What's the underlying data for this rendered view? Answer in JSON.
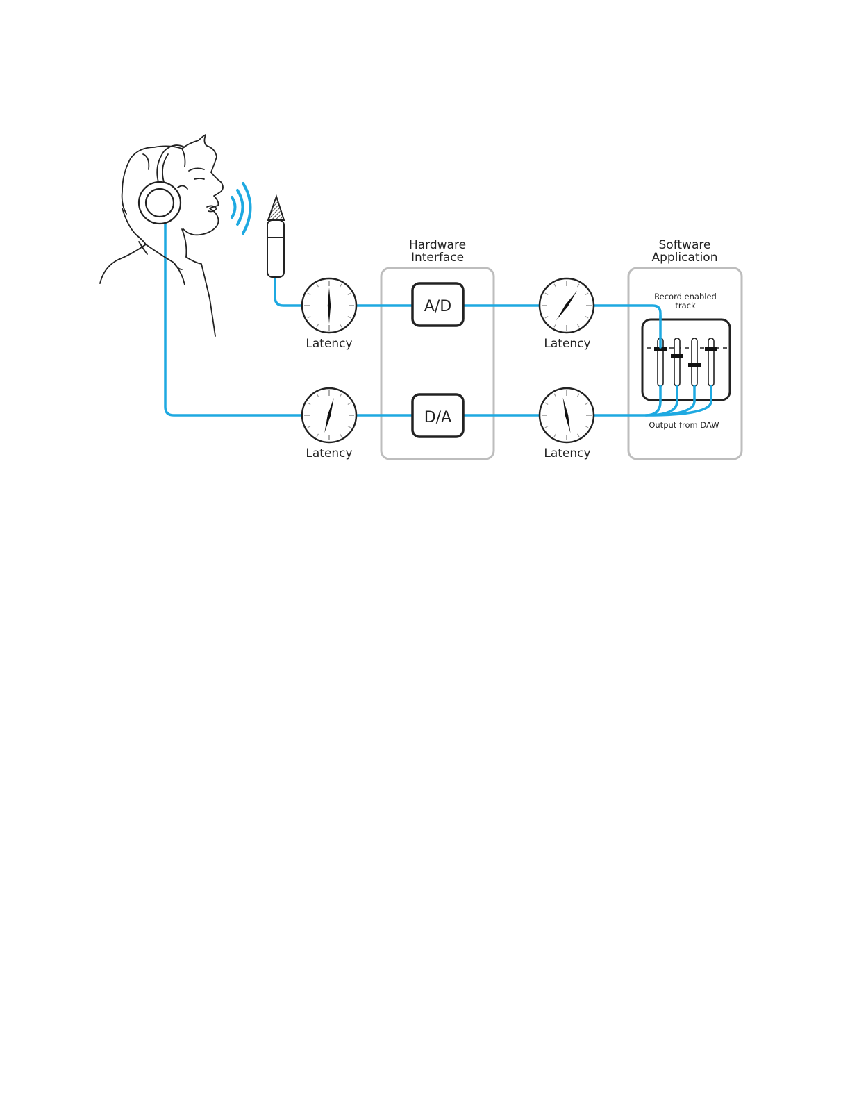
{
  "diagram": {
    "hardware_box": {
      "title_line1": "Hardware",
      "title_line2": "Interface"
    },
    "software_box": {
      "title_line1": "Software",
      "title_line2": "Application"
    },
    "converter_ad": "A/D",
    "converter_da": "D/A",
    "latency_labels": [
      "Latency",
      "Latency",
      "Latency",
      "Latency"
    ],
    "record_track_line1": "Record enabled",
    "record_track_line2": "track",
    "output_label": "Output from DAW"
  },
  "colors": {
    "signal": "#1ea9e1",
    "box_border": "#bdbdbd",
    "ink": "#222222",
    "footnote_rule": "#2a2ab0"
  }
}
